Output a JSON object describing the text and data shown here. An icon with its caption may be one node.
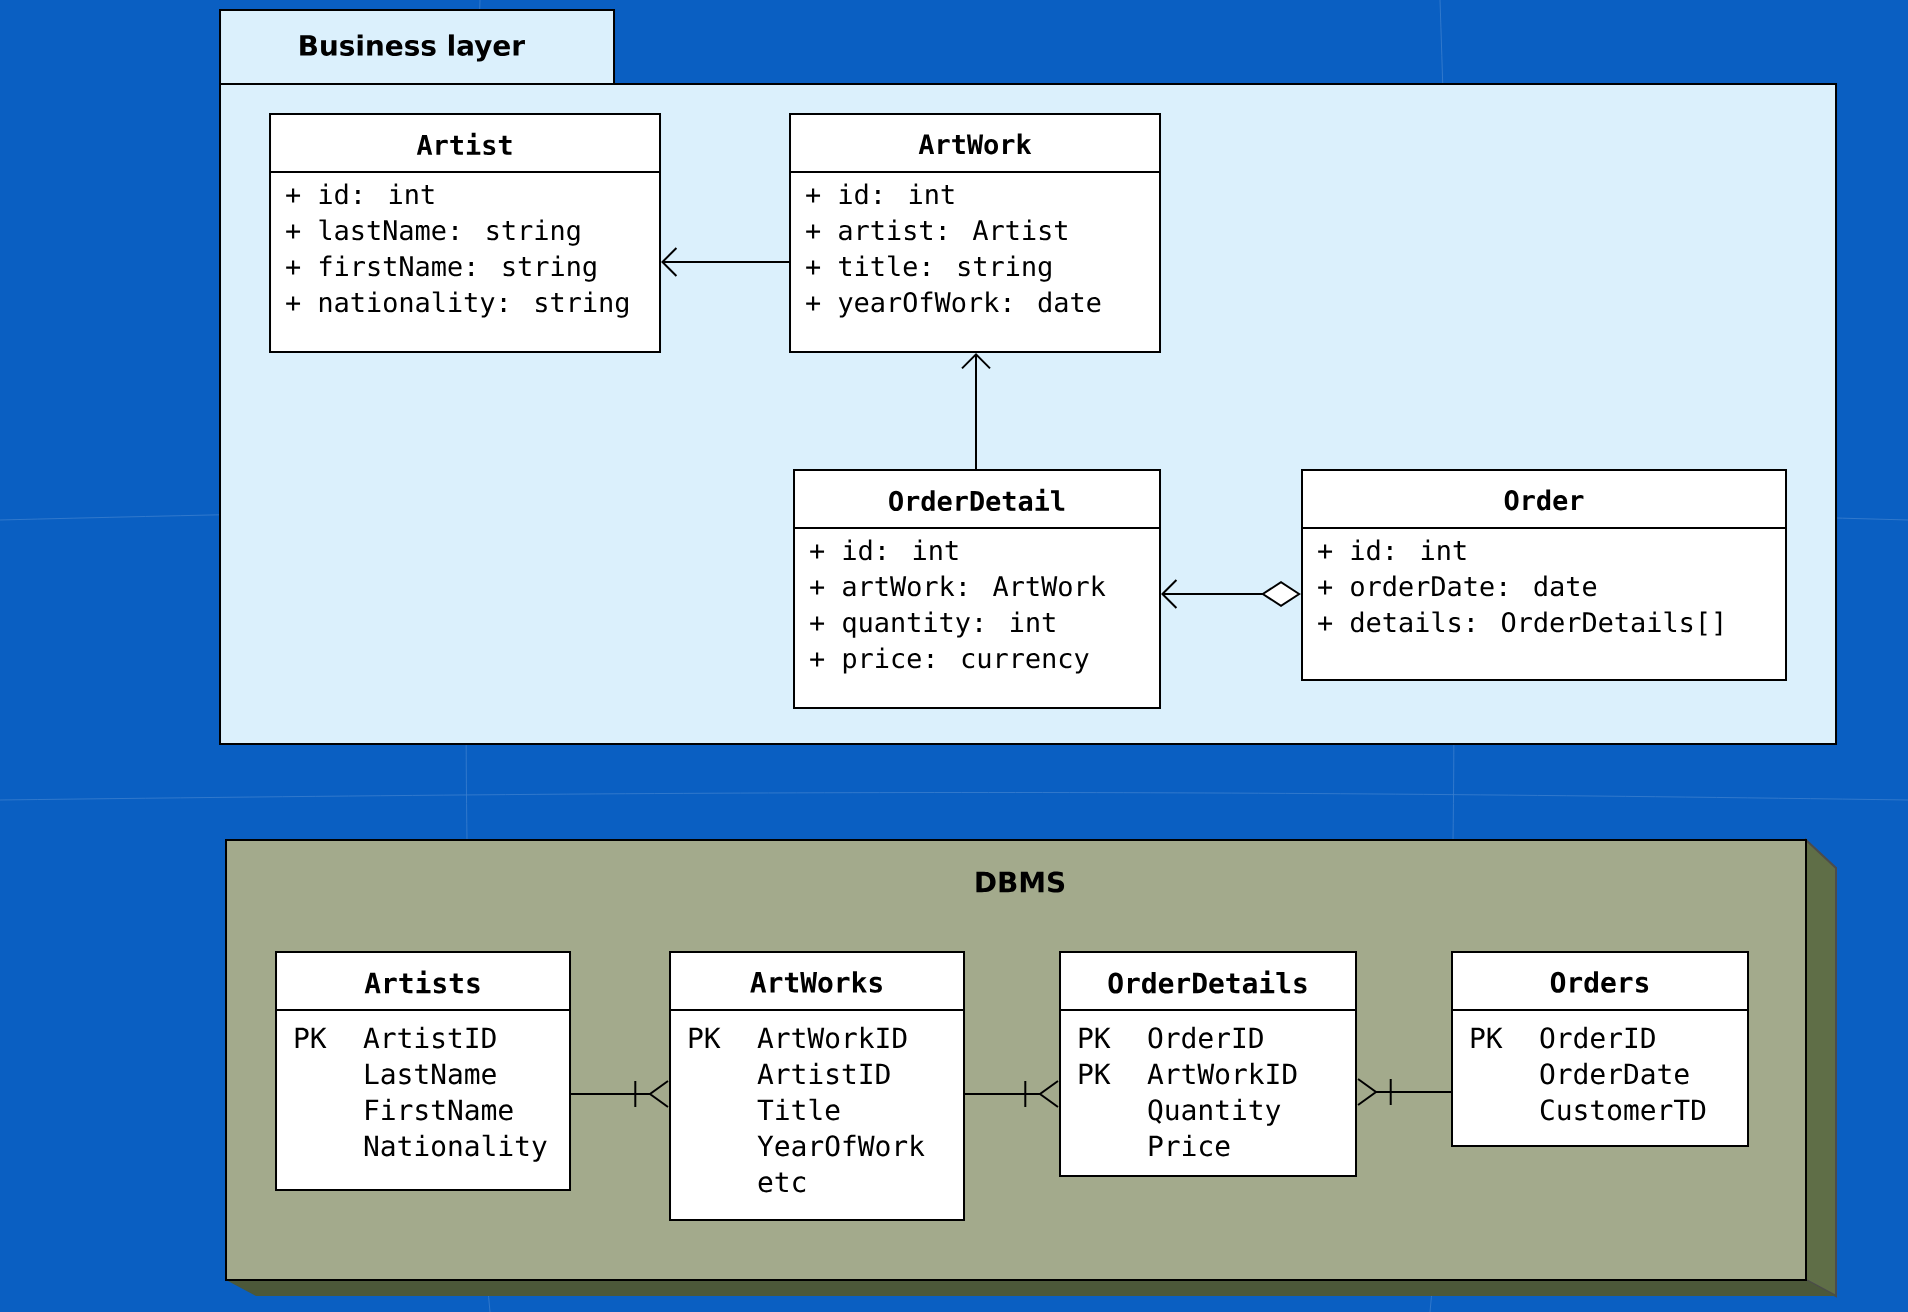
{
  "diagram": {
    "nodes": [
      {
        "text": [
          "Business layer"
        ]
      },
      {
        "text": [
          "Artist",
          "+ id: int",
          "+ lastName: string",
          "+ firstName: string",
          "+ nationality: string"
        ],
        "in": 0
      },
      {
        "text": [
          "ArtWork",
          "+ id: int",
          "+ artist: Artist",
          "+ title: string",
          "+ yearOfWork: date"
        ],
        "in": 0
      },
      {
        "text": [
          "OrderDetail",
          "+ id: int",
          "+ artWork: ArtWork",
          "+ quantity: int",
          "+ price: currency"
        ],
        "in": 0
      },
      {
        "text": [
          "Order",
          "+ id: int",
          "+ orderDate: date",
          "+ details: OrderDetails[]"
        ],
        "in": 0
      },
      {
        "text": [
          "DBMS"
        ]
      },
      {
        "text": [
          "Artists",
          "PK",
          "ArtistID",
          "LastName",
          "FirstName",
          "Nationality"
        ],
        "in": 5
      },
      {
        "text": [
          "ArtWorks",
          "PK",
          "ArtWorkID",
          "ArtistID",
          "Title",
          "YearOfWork",
          "etc"
        ],
        "in": 5
      },
      {
        "text": [
          "OrderDetails",
          "PK",
          "OrderID",
          "PK",
          "ArtWorkID",
          "Quantity",
          "Price"
        ],
        "in": 5
      },
      {
        "text": [
          "Orders",
          "PK",
          "OrderID",
          "OrderDate",
          "CustomerTD"
        ],
        "in": 5
      }
    ],
    "edges": [
      {
        "from": 2,
        "to": 1,
        "arrow": "to"
      },
      {
        "from": 3,
        "to": 2,
        "arrow": "to"
      },
      {
        "from": 4,
        "to": 3,
        "arrow": "to"
      },
      {
        "from": 6,
        "to": 7,
        "arrow": "other"
      },
      {
        "from": 7,
        "to": 8,
        "arrow": "other"
      },
      {
        "from": 9,
        "to": 8,
        "arrow": "other"
      }
    ]
  }
}
